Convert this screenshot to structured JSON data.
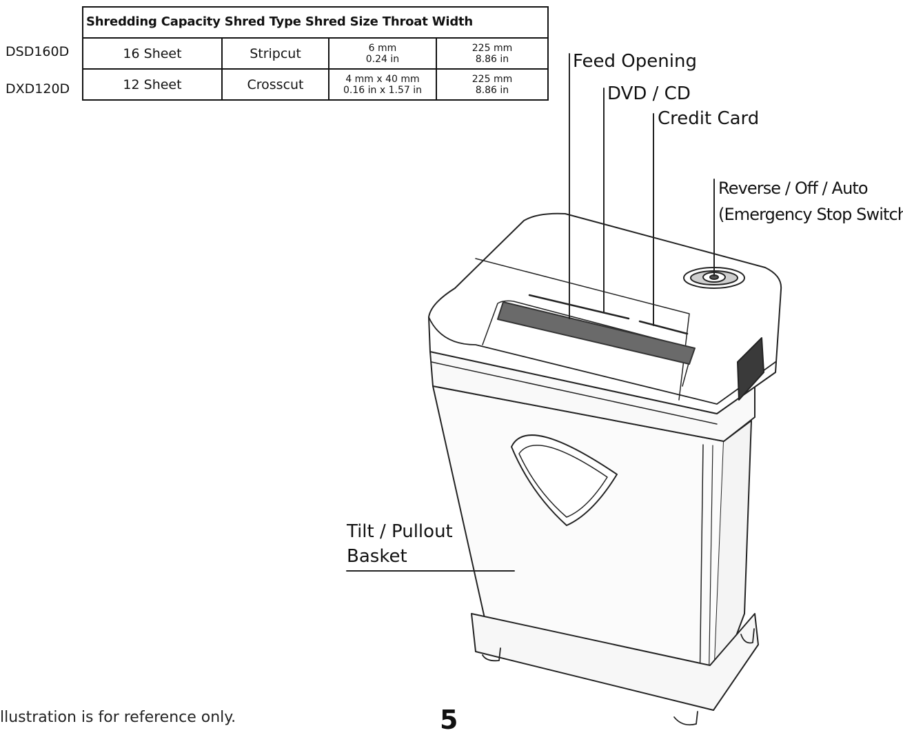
{
  "table": {
    "header_text": "Shredding Capacity Shred Type Shred Size Throat Width",
    "rows": [
      {
        "model": "DSD160D",
        "capacity": "16 Sheet",
        "shred_type": "Stripcut",
        "shred_size_line1": "6 mm",
        "shred_size_line2": "0.24 in",
        "throat_line1": "225 mm",
        "throat_line2": "8.86 in"
      },
      {
        "model": "DXD120D",
        "capacity": "12 Sheet",
        "shred_type": "Crosscut",
        "shred_size_line1": "4 mm x 40 mm",
        "shred_size_line2": "0.16 in x 1.57 in",
        "throat_line1": "225 mm",
        "throat_line2": "8.86 in"
      }
    ]
  },
  "callouts": {
    "feed_opening": "Feed Opening",
    "dvd_cd": "DVD / CD",
    "credit_card": "Credit Card",
    "switch_line1": "Reverse / Off / Auto",
    "switch_line2": "(Emergency Stop Switch)",
    "basket_line1": "Tilt / Pullout",
    "basket_line2": "Basket"
  },
  "footer": {
    "note": "llustration is for reference only.",
    "page_number": "5"
  }
}
